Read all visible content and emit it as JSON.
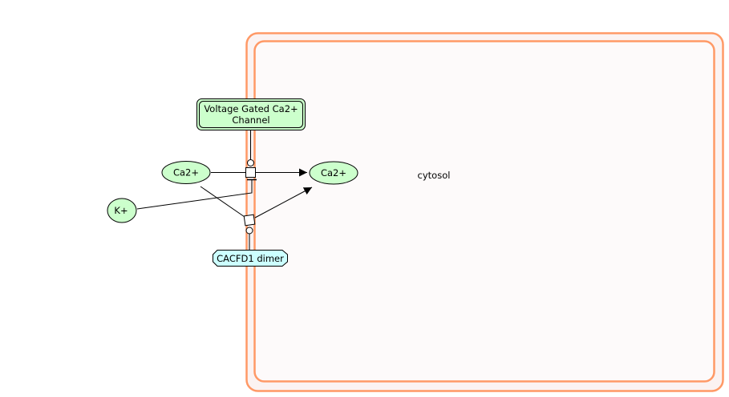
{
  "diagram": {
    "compartment": {
      "label": "cytosol",
      "border_color": "#ff9966",
      "fill_color": "#fdf7f5"
    },
    "nodes": {
      "channel": {
        "label_line1": "Voltage Gated Ca2+",
        "label_line2": "Channel",
        "type": "complex",
        "fill": "#ccffcc"
      },
      "ca_left": {
        "label": "Ca2+",
        "type": "simple-chemical",
        "fill": "#ccffcc"
      },
      "ca_right": {
        "label": "Ca2+",
        "type": "simple-chemical",
        "fill": "#ccffcc"
      },
      "k": {
        "label": "K+",
        "type": "simple-chemical",
        "fill": "#ccffcc"
      },
      "cacfd1": {
        "label": "CACFD1 dimer",
        "type": "complex",
        "fill": "#ccffff"
      }
    },
    "edges": [
      {
        "from": "Ca2+ (left)",
        "to": "Ca2+ (right)",
        "via": "process-1",
        "type": "production"
      },
      {
        "from": "Voltage Gated Ca2+ Channel",
        "to": "process-1",
        "type": "catalysis"
      },
      {
        "from": "K+",
        "to": "process-1",
        "type": "inhibition"
      },
      {
        "from": "Ca2+ (left)",
        "to": "Ca2+ (right)",
        "via": "process-2",
        "type": "production"
      },
      {
        "from": "CACFD1 dimer",
        "to": "process-2",
        "type": "catalysis"
      }
    ]
  }
}
